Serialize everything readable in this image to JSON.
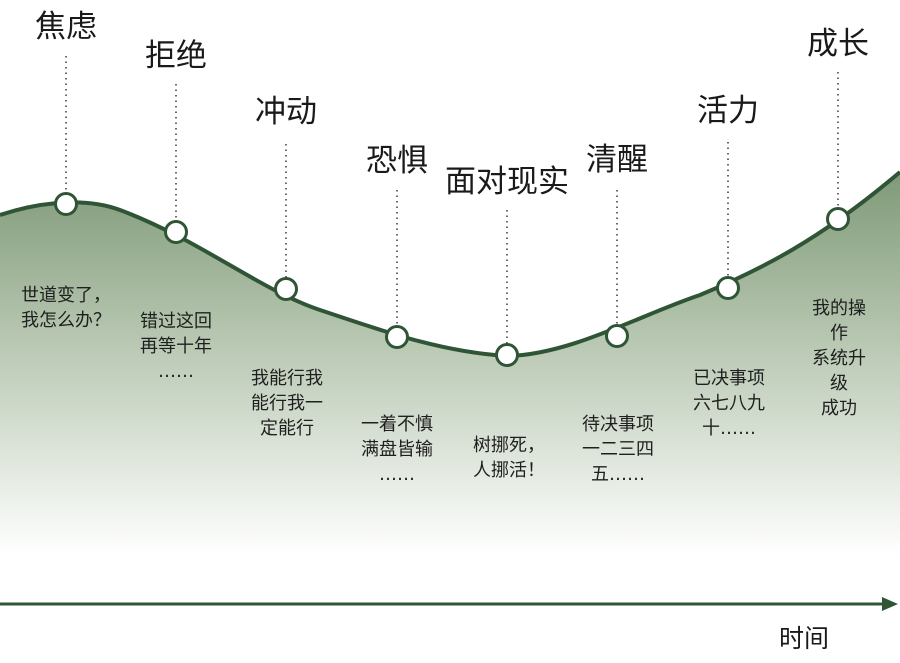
{
  "axis": {
    "label": "时间"
  },
  "stages": [
    {
      "title": "焦虑",
      "desc": "世道变了，\n我怎么办？"
    },
    {
      "title": "拒绝",
      "desc": "错过这回\n再等十年\n……"
    },
    {
      "title": "冲动",
      "desc": "我能行我\n能行我一\n定能行"
    },
    {
      "title": "恐惧",
      "desc": "一着不慎\n满盘皆输\n……"
    },
    {
      "title": "面对现实",
      "desc": "树挪死，\n人挪活！"
    },
    {
      "title": "清醒",
      "desc": "待决事项\n一二三四\n五……"
    },
    {
      "title": "活力",
      "desc": "已决事项\n六七八九\n十……"
    },
    {
      "title": "成长",
      "desc": "我的操作\n系统升级\n成功"
    }
  ],
  "colors": {
    "curve": "#2f5536",
    "fill_top": "#7f9a78",
    "fill_bottom": "#ffffff",
    "axis": "#2f5536",
    "dots": "#6a6a6a"
  }
}
